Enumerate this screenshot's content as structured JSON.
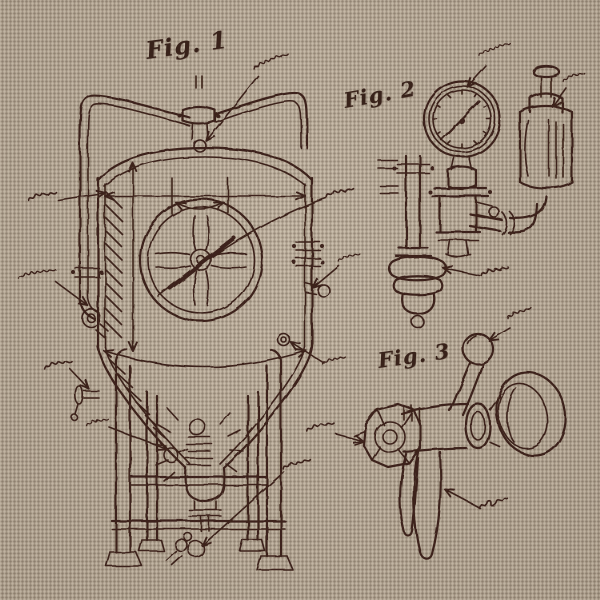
{
  "artwork": {
    "style": "hand-embroidered patent-style technical drawing stitched on linen fabric",
    "fabric_color": "#b2a492",
    "thread_color": "#3c241a"
  },
  "figures": [
    {
      "id": "fig-1",
      "label": "Fig. 1",
      "subject": "conical fermenter tank with manway wheel, top piping arch, side valves, dimension arrows, four-leg stand and bottom drain valve"
    },
    {
      "id": "fig-2",
      "label": "Fig. 2",
      "subject": "pressure gauge on valve manifold with safety cylinder, elbow pipe and bell fitting"
    },
    {
      "id": "fig-3",
      "label": "Fig. 3",
      "subject": "tap valve with ball lever handle, coupling nut, flange disc and downward spout"
    }
  ],
  "annotations": {
    "description": "illegible cursive scribble callouts connected to parts by leader arrows",
    "count": 15
  }
}
